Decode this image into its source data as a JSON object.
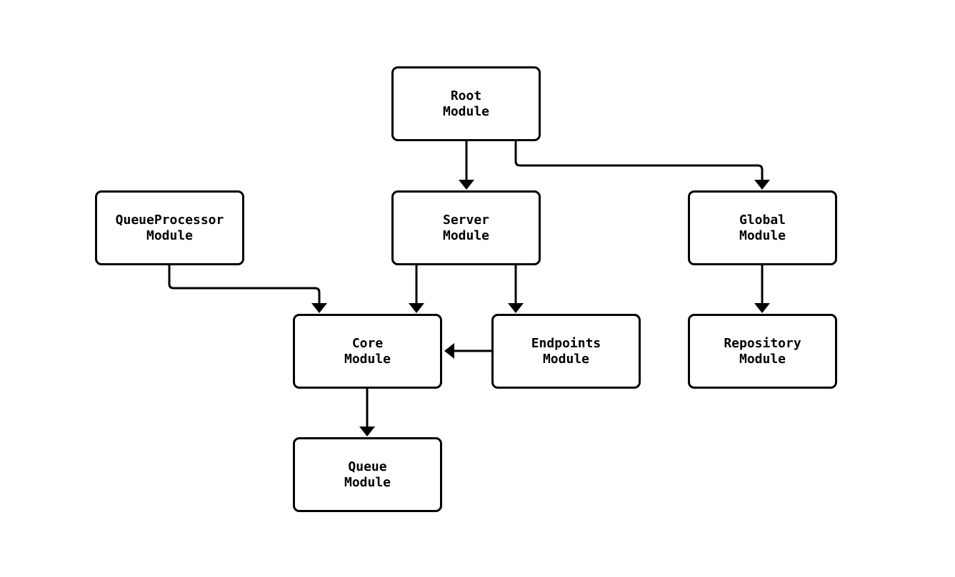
{
  "diagram": {
    "type": "flowchart",
    "direction": "top-down",
    "nodes": {
      "root": {
        "label": "Root\nModule"
      },
      "queue_processor": {
        "label": "QueueProcessor\nModule"
      },
      "server": {
        "label": "Server\nModule"
      },
      "global": {
        "label": "Global\nModule"
      },
      "core": {
        "label": "Core\nModule"
      },
      "endpoints": {
        "label": "Endpoints\nModule"
      },
      "repository": {
        "label": "Repository\nModule"
      },
      "queue": {
        "label": "Queue\nModule"
      }
    },
    "edges": [
      {
        "from": "root",
        "to": "server"
      },
      {
        "from": "root",
        "to": "global"
      },
      {
        "from": "queue_processor",
        "to": "core"
      },
      {
        "from": "server",
        "to": "core"
      },
      {
        "from": "server",
        "to": "endpoints"
      },
      {
        "from": "endpoints",
        "to": "core"
      },
      {
        "from": "global",
        "to": "repository"
      },
      {
        "from": "core",
        "to": "queue"
      }
    ],
    "colors": {
      "node_border": "#000000",
      "node_fill": "#ffffff",
      "edge": "#000000",
      "background": "#ffffff"
    }
  }
}
